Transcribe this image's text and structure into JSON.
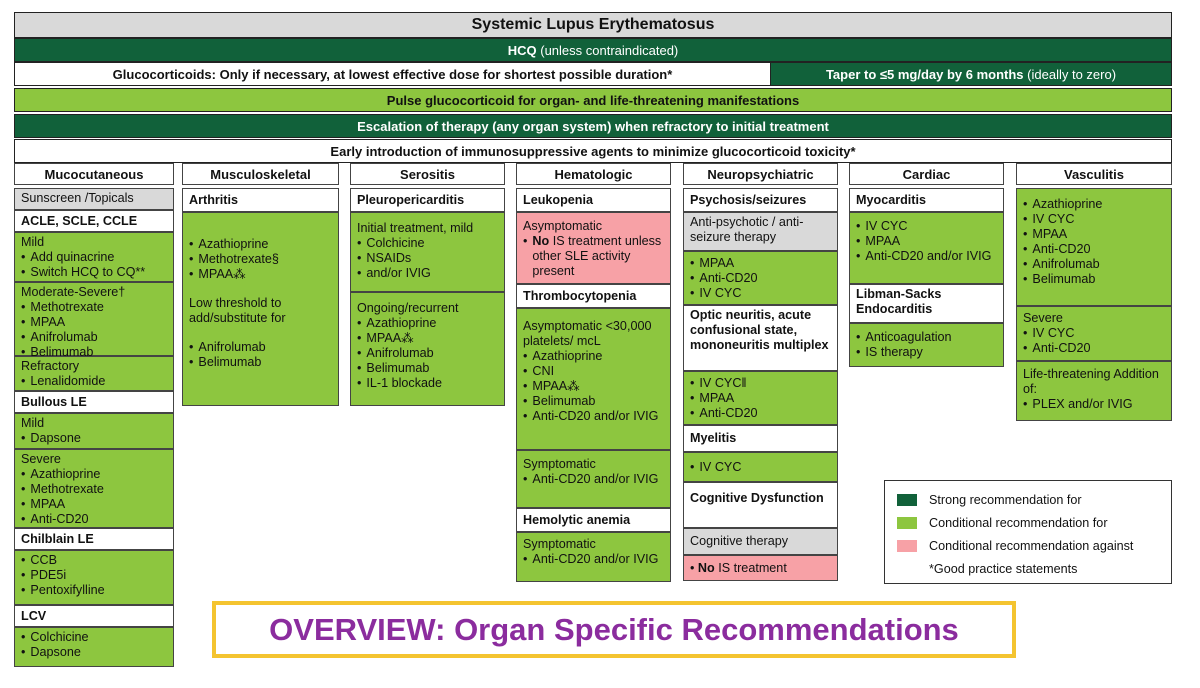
{
  "title": "Systemic Lupus Erythematosus",
  "hcq": {
    "strong": "HCQ",
    "rest": "(unless contraindicated)"
  },
  "glucocorticoids": {
    "strong": "Glucocorticoids",
    "rest": ": Only if necessary, at lowest effective dose for shortest possible duration*"
  },
  "taper": {
    "strong": "Taper to ≤5 mg/day by 6 months",
    "rest": "(ideally to zero)"
  },
  "pulse": "Pulse glucocorticoid for organ- and life-threatening manifestations",
  "escalation": "Escalation of therapy (any organ system) when refractory to initial treatment",
  "early": "Early introduction of immunosuppressive agents to minimize glucocorticoid toxicity*",
  "columns": {
    "mucocutaneous": "Mucocutaneous",
    "musculoskeletal": "Musculoskeletal",
    "serositis": "Serositis",
    "hematologic": "Hematologic",
    "neuropsychiatric": "Neuropsychiatric",
    "cardiac": "Cardiac",
    "vasculitis": "Vasculitis"
  },
  "muco": {
    "sunscreen": "Sunscreen /Topicals",
    "acle": "ACLE, SCLE, CCLE",
    "mild_label": "Mild",
    "mild_items": [
      "Add quinacrine",
      "Switch HCQ to CQ**"
    ],
    "modsev_label": "Moderate-Severe†",
    "modsev_items": [
      "Methotrexate",
      "MPAA",
      "Anifrolumab",
      "Belimumab"
    ],
    "refractory_label": "Refractory",
    "refractory_items": [
      "Lenalidomide"
    ],
    "bullous": "Bullous LE",
    "bmild_label": "Mild",
    "bmild_items": [
      "Dapsone"
    ],
    "bsevere_label": "Severe",
    "bsevere_items": [
      "Azathioprine",
      "Methotrexate",
      "MPAA",
      "Anti-CD20"
    ],
    "chilblain": "Chilblain LE",
    "chilblain_items": [
      "CCB",
      "PDE5i",
      "Pentoxifylline"
    ],
    "lcv": "LCV",
    "lcv_items": [
      "Colchicine",
      "Dapsone"
    ]
  },
  "musculo": {
    "arthritis": "Arthritis",
    "items1": [
      "Azathioprine",
      "Methotrexate§",
      "MPAA⁂"
    ],
    "threshold": "Low threshold to add/substitute for",
    "items2": [
      "Anifrolumab",
      "Belimumab"
    ]
  },
  "sero": {
    "pleuro": "Pleuropericarditis",
    "initial": "Initial treatment, mild",
    "initial_items": [
      "Colchicine",
      "NSAIDs",
      "and/or IVIG"
    ],
    "ongoing": "Ongoing/recurrent",
    "ongoing_items": [
      "Azathioprine",
      "MPAA⁂",
      "Anifrolumab",
      "Belimumab",
      "IL-1 blockade"
    ]
  },
  "hema": {
    "leukopenia": "Leukopenia",
    "asym": "Asymptomatic",
    "no": "No",
    "no_rest": "IS treatment unless other SLE activity present",
    "thrombo": "Thrombocytopenia",
    "thrombo_label": "Asymptomatic <30,000 platelets/ mcL",
    "thrombo_items": [
      "Azathioprine",
      "CNI",
      "MPAA⁂",
      "Belimumab",
      "Anti-CD20 and/or IVIG"
    ],
    "symp_label": "Symptomatic",
    "symp_items": [
      "Anti-CD20 and/or IVIG"
    ],
    "hemolytic": "Hemolytic anemia",
    "hsymp_label": "Symptomatic",
    "hsymp_items": [
      "Anti-CD20 and/or IVIG"
    ]
  },
  "neuro": {
    "psychosis": "Psychosis/seizures",
    "antipsych": "Anti-psychotic / anti-seizure therapy",
    "psych_items": [
      "MPAA",
      "Anti-CD20",
      "IV CYC"
    ],
    "optic": "Optic neuritis, acute confusional state, mononeuritis multiplex",
    "optic_items": [
      "IV CYC‖",
      "MPAA",
      "Anti-CD20"
    ],
    "myelitis": "Myelitis",
    "myelitis_items": [
      "IV CYC"
    ],
    "cognitive": "Cognitive Dysfunction",
    "cog_therapy": "Cognitive therapy",
    "no": "No",
    "no_rest": "IS treatment"
  },
  "cardiac": {
    "myocarditis": "Myocarditis",
    "myo_items": [
      "IV CYC",
      "MPAA",
      "Anti-CD20 and/or IVIG"
    ],
    "libman": "Libman-Sacks Endocarditis",
    "libman_items": [
      "Anticoagulation",
      "IS therapy"
    ]
  },
  "vasc": {
    "items": [
      "Azathioprine",
      "IV CYC",
      "MPAA",
      "Anti-CD20",
      "Anifrolumab",
      "Belimumab"
    ],
    "severe_label": "Severe",
    "severe_items": [
      "IV CYC",
      "Anti-CD20"
    ],
    "life_label": "Life-threatening Addition of:",
    "life_items": [
      "PLEX and/or IVIG"
    ]
  },
  "legend": {
    "strong": "Strong recommendation for",
    "conditional": "Conditional recommendation for",
    "against": "Conditional recommendation against",
    "good": "*Good practice statements"
  },
  "overview": "OVERVIEW:  Organ Specific Recommendations",
  "colors": {
    "dark_green": "#11613a",
    "light_green": "#8dc63f",
    "pink": "#f7a1a6",
    "gray": "#d9d9d9",
    "overview_text": "#8b2c9e",
    "overview_border": "#f4c430"
  }
}
